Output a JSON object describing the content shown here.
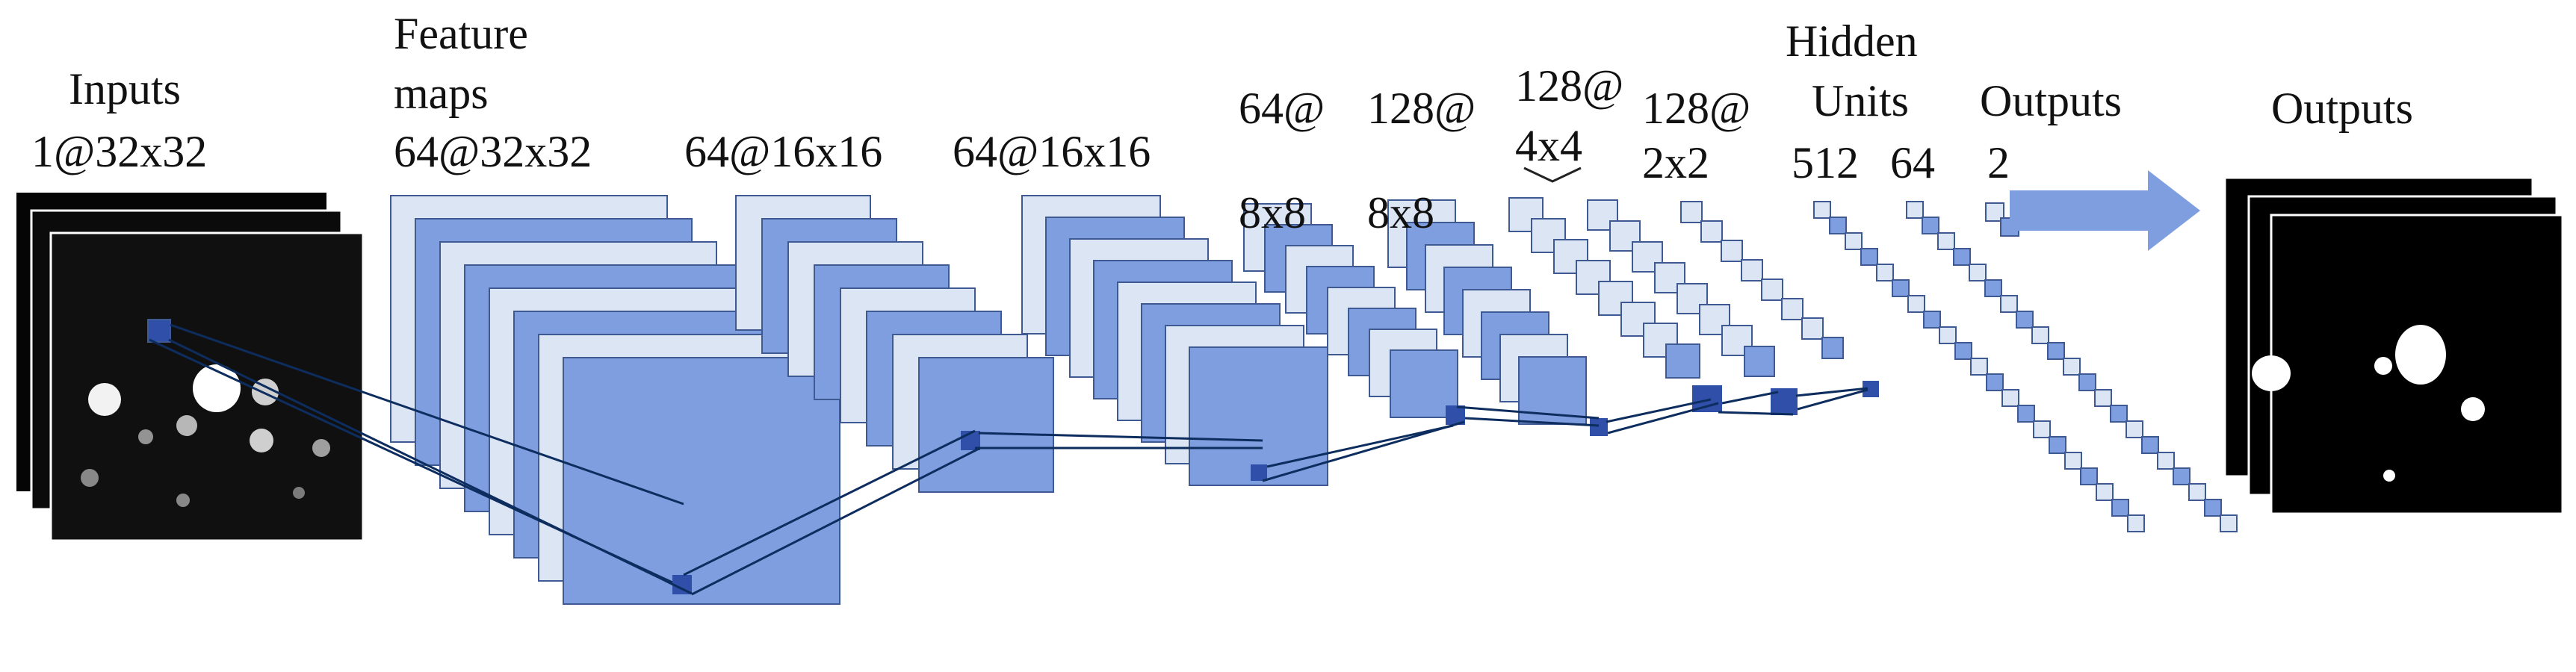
{
  "colors": {
    "light_map": "#dbe5f4",
    "mid_map": "#7f9ee0",
    "dark_square": "#2f4fa8",
    "map_border": "#3f5a92",
    "arrow": "#7f9ee0",
    "link": "#0e2d5f"
  },
  "labels": {
    "inputs_1": "Inputs",
    "inputs_2": "1@32x32",
    "feature_1": "Feature",
    "feature_2": "maps",
    "feature_3": "64@32x32",
    "l2": "64@16x16",
    "l3": "64@16x16",
    "l4_1": "64@",
    "l4_2": "8x8",
    "l5_1": "128@",
    "l5_2": "8x8",
    "l6_1": "128@",
    "l6_2": "4x4",
    "l7_1": "128@",
    "l7_2": "2x2",
    "hidden_1": "Hidden",
    "hidden_2": "Units",
    "h512": "512",
    "h64": "64",
    "out_1": "Outputs",
    "out_2": "2",
    "final": "Outputs"
  },
  "diagram": {
    "stacks": [
      "input-stack",
      "conv1-stack",
      "pool1-stack",
      "conv2-stack",
      "pool2-stack",
      "conv3-stack",
      "pool3-stack",
      "conv4-stack",
      "pool4-stack"
    ],
    "vectors": [
      "hidden-512",
      "hidden-64",
      "output-2"
    ],
    "output_image": "segmentation-output"
  }
}
